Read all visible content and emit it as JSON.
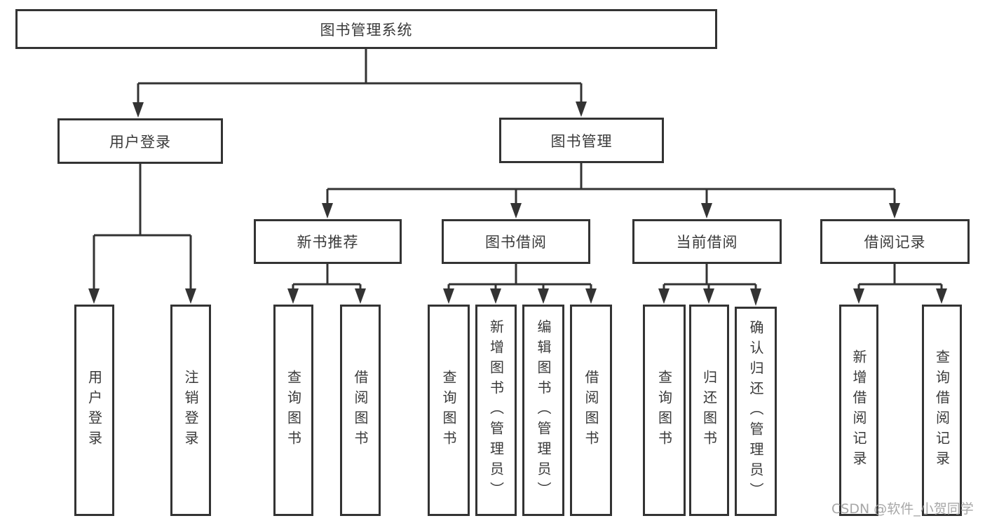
{
  "tree": {
    "root": "图书管理系统",
    "branches": [
      {
        "label": "用户登录",
        "children": [
          "用户登录",
          "注销登录"
        ]
      },
      {
        "label": "图书管理",
        "children": [
          {
            "label": "新书推荐",
            "children": [
              "查询图书",
              "借阅图书"
            ]
          },
          {
            "label": "图书借阅",
            "children": [
              "查询图书",
              "新增图书（管理员）",
              "编辑图书（管理员）",
              "借阅图书"
            ]
          },
          {
            "label": "当前借阅",
            "children": [
              "查询图书",
              "归还图书",
              "确认归还（管理员）"
            ]
          },
          {
            "label": "借阅记录",
            "children": [
              "新增借阅记录",
              "查询借阅记录"
            ]
          }
        ]
      }
    ]
  },
  "watermark": "CSDN @软件_小贺同学",
  "colors": {
    "line": "#333333",
    "text": "#3a3a3a",
    "watermark": "#9e9e9e",
    "background": "#ffffff"
  }
}
